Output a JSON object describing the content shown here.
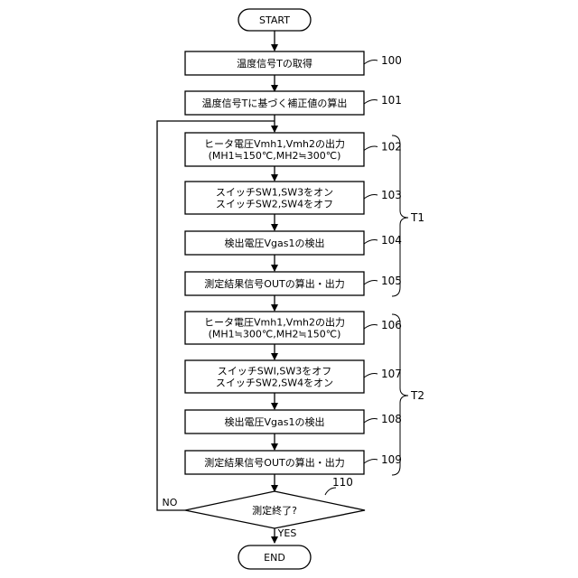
{
  "start": "START",
  "end": "END",
  "steps": [
    {
      "id": "100",
      "lines": [
        "温度信号Tの取得"
      ]
    },
    {
      "id": "101",
      "lines": [
        "温度信号Tに基づく補正値の算出"
      ]
    },
    {
      "id": "102",
      "lines": [
        "ヒータ電圧Vmh1,Vmh2の出力",
        "(MH1≒150℃,MH2≒300℃)"
      ]
    },
    {
      "id": "103",
      "lines": [
        "スイッチSW1,SW3をオン",
        "スイッチSW2,SW4をオフ"
      ]
    },
    {
      "id": "104",
      "lines": [
        "検出電圧Vgas1の検出"
      ]
    },
    {
      "id": "105",
      "lines": [
        "測定結果信号OUTの算出・出力"
      ]
    },
    {
      "id": "106",
      "lines": [
        "ヒータ電圧Vmh1,Vmh2の出力",
        "(MH1≒300℃,MH2≒150℃)"
      ]
    },
    {
      "id": "107",
      "lines": [
        "スイッチSWI,SW3をオフ",
        "スイッチSW2,SW4をオン"
      ]
    },
    {
      "id": "108",
      "lines": [
        "検出電圧Vgas1の検出"
      ]
    },
    {
      "id": "109",
      "lines": [
        "測定結果信号OUTの算出・出力"
      ]
    }
  ],
  "decision": {
    "id": "110",
    "label": "測定終了?",
    "no": "NO",
    "yes": "YES"
  },
  "groups": [
    {
      "label": "T1"
    },
    {
      "label": "T2"
    }
  ]
}
